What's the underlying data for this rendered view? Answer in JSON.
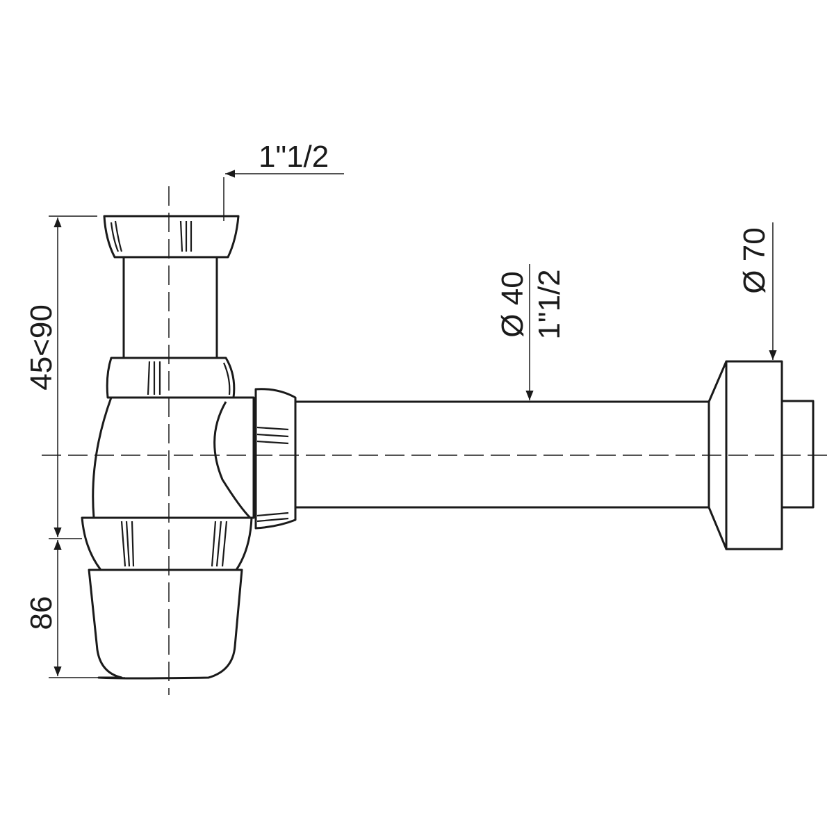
{
  "drawing": {
    "title": "Bottle trap technical drawing",
    "dimensions": {
      "inlet_thread": "1\"1/2",
      "height_adjust": "45<90",
      "bottom_height": "86",
      "pipe_diameter": "Ø 40",
      "pipe_thread": "1\"1/2",
      "rosette_diameter": "Ø 70"
    },
    "line_color": "#1a1a1a"
  }
}
